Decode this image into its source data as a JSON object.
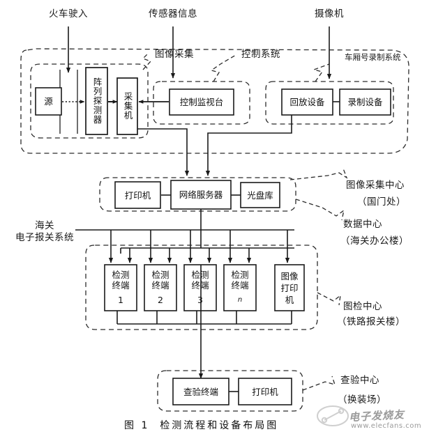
{
  "figure": {
    "caption": "图 1  检测流程和设备布局图"
  },
  "inputs": [
    {
      "label": "火车驶入"
    },
    {
      "label": "传感器信息"
    },
    {
      "label": "摄像机"
    }
  ],
  "group_labels": {
    "image_capture": "图像采集",
    "control_system": "控制系统",
    "carriage_recording": "车厢号录制系统",
    "customs_system": "海关\n电子报关系统"
  },
  "side_labels": [
    {
      "name": "图像采集中心",
      "sub": "（国门处）"
    },
    {
      "name": "数据中心",
      "sub": "（海关办公楼）"
    },
    {
      "name": "图检中心",
      "sub": "（铁路报关楼）"
    },
    {
      "name": "查验中心",
      "sub": "（换装场）"
    }
  ],
  "nodes": {
    "source": "源",
    "array_detector": "阵列探测器",
    "acquisition": "采集机",
    "control_console": "控制监视台",
    "playback_device": "回放设备",
    "recording_device": "录制设备",
    "printer_center": "打印机",
    "network_server": "网络服务器",
    "disc_library": "光盘库",
    "terminal1_top": "检测\n终端",
    "terminal1_num": "1",
    "terminal2_top": "检测\n终端",
    "terminal2_num": "2",
    "terminal3_top": "检测\n终端",
    "terminal3_num": "3",
    "terminaln_top": "检测\n终端",
    "terminaln_num": "n",
    "image_printer": "图像\n打印\n机",
    "inspect_terminal": "查验终端",
    "inspect_printer": "打印机"
  },
  "watermark": {
    "brand": "电子发烧友",
    "url": "www.elecfans.com"
  },
  "colors": {
    "line": "#1a1a1a",
    "dashed": "#2b2b2b",
    "background": "#ffffff"
  }
}
